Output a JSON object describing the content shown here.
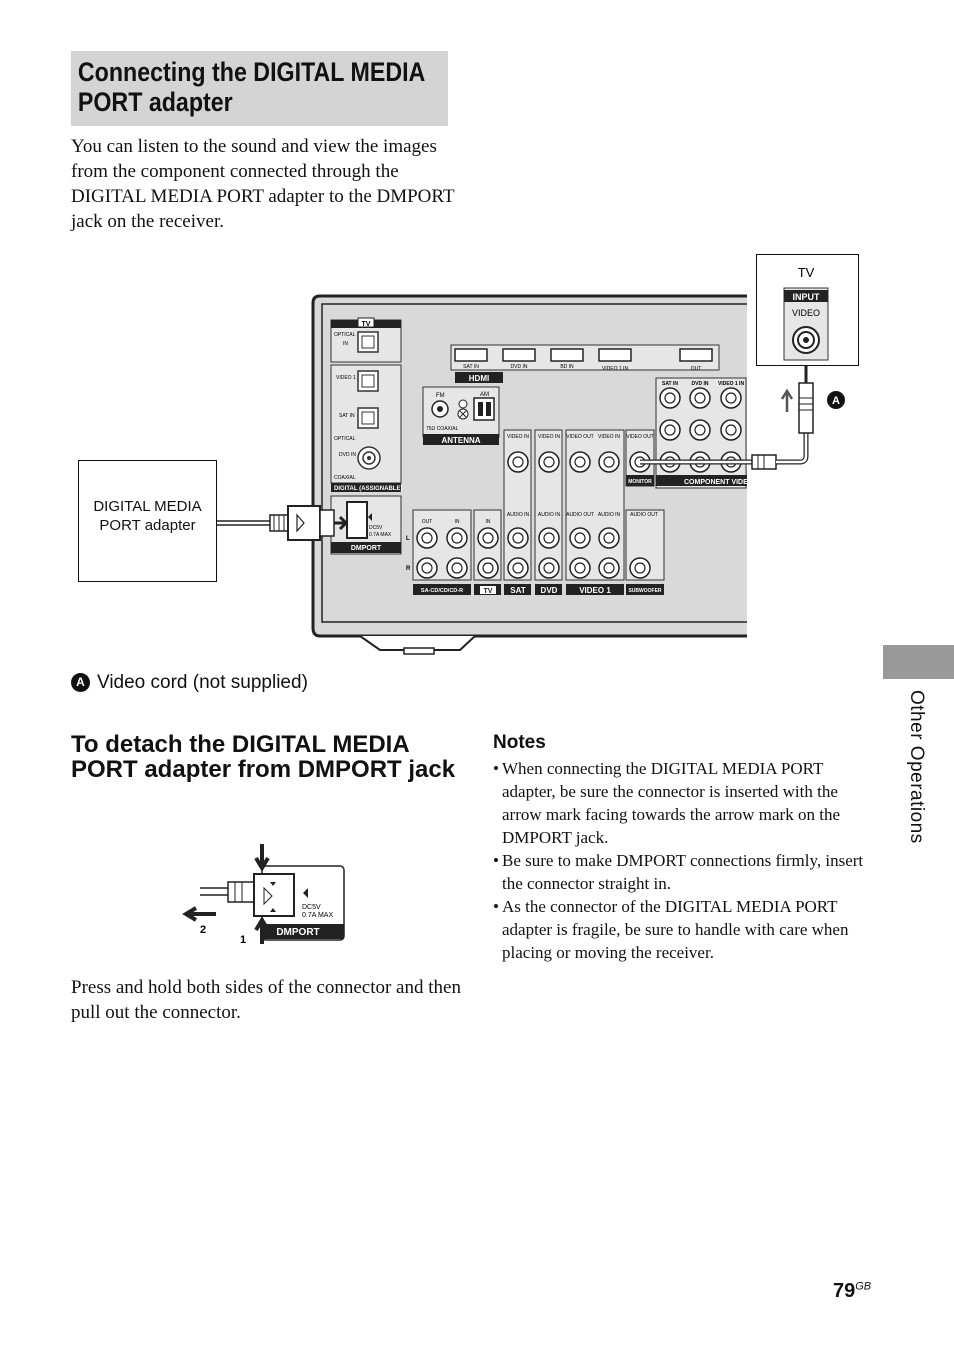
{
  "section_title": "Connecting the DIGITAL MEDIA PORT adapter",
  "intro_text": "You can listen to the sound and view the images from the component connected through the DIGITAL MEDIA PORT adapter to the DMPORT jack on the receiver.",
  "diagram": {
    "adapter_label": "DIGITAL MEDIA PORT adapter",
    "tv_label": "TV",
    "tv_input": "INPUT",
    "tv_video": "VIDEO",
    "callout": "A",
    "panel": {
      "tv": "TV",
      "optical": "OPTICAL",
      "in": "IN",
      "video1_in": "VIDEO 1 IN",
      "sat_in": "SAT IN",
      "optical2": "OPTICAL",
      "coaxial": "COAXIAL",
      "dvd_in": "DVD IN",
      "digital_assignable": "DIGITAL (ASSIGNABLE)",
      "dmport": "DMPORT",
      "dc5v": "DC5V",
      "max": "0.7A MAX",
      "hdmi_labels": [
        "SAT IN",
        "DVD IN",
        "BD IN",
        "VIDEO 1 IN",
        "OUT"
      ],
      "hdmi": "HDMI",
      "fm": "FM",
      "am": "AM",
      "coax75": "75Ω COAXIAL",
      "antenna": "ANTENNA",
      "video_labels": [
        "VIDEO IN",
        "VIDEO IN",
        "VIDEO OUT",
        "VIDEO IN",
        "VIDEO OUT"
      ],
      "audio_labels": [
        "AUDIO IN",
        "AUDIO IN",
        "AUDIO OUT",
        "AUDIO IN",
        "AUDIO OUT"
      ],
      "out": "OUT",
      "in2": "IN",
      "in3": "IN",
      "L": "L",
      "R": "R",
      "bottom_labels": [
        "SA-CD/CD/CD-R",
        "TV",
        "SAT",
        "DVD",
        "VIDEO 1",
        "SUBWOOFER"
      ],
      "monitor": "MONITOR",
      "component_video": "COMPONENT VIDEO",
      "component_cols": [
        "SAT IN",
        "DVD IN",
        "VIDEO 1 IN"
      ]
    }
  },
  "legend_letter": "A",
  "legend_text": "Video cord (not supplied)",
  "detach_title": "To detach the DIGITAL MEDIA PORT adapter from DMPORT jack",
  "detach_figure": {
    "dc5v": "DC5V",
    "max": "0.7A  MAX",
    "dmport": "DMPORT",
    "step1": "1",
    "step2": "2"
  },
  "press_text": "Press and hold both sides of the connector and then pull out the connector.",
  "notes_title": "Notes",
  "notes": [
    "When connecting the DIGITAL MEDIA PORT adapter, be sure the connector is inserted with the arrow mark facing towards the arrow mark on the DMPORT jack.",
    "Be sure to make DMPORT connections firmly, insert the connector straight in.",
    "As the connector of the DIGITAL MEDIA PORT adapter is fragile, be sure to handle with care when placing or moving the receiver."
  ],
  "sidebar_text": "Other Operations",
  "page_number": "79",
  "page_suffix": "GB"
}
